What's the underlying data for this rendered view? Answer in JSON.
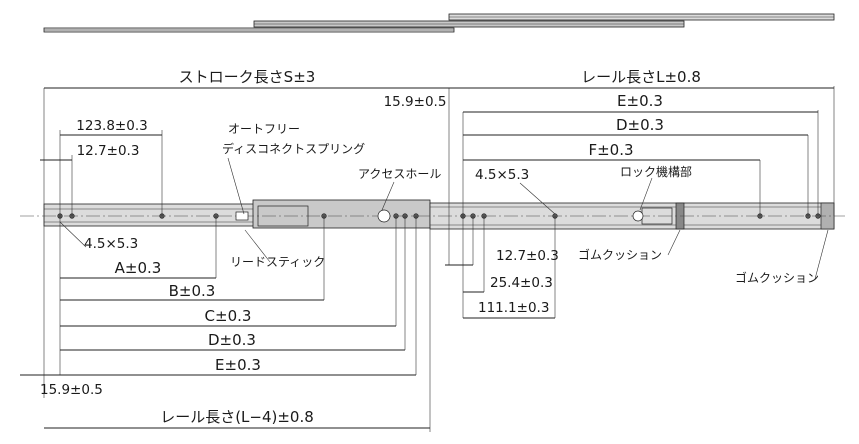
{
  "labels": {
    "stroke_length": "ストローク長さS±3",
    "rail_length": "レール長さL±0.8",
    "rail_length_minus4": "レール長さ(L−4)±0.8",
    "dim_15_9_top": "15.9±0.5",
    "dim_15_9_bottom": "15.9±0.5",
    "dim_123_8": "123.8±0.3",
    "dim_12_7_left": "12.7±0.3",
    "dim_E_right": "E±0.3",
    "dim_D_right": "D±0.3",
    "dim_F_right": "F±0.3",
    "dim_4_5x5_3_right": "4.5×5.3",
    "dim_4_5x5_3_left": "4.5×5.3",
    "dim_A": "A±0.3",
    "dim_B": "B±0.3",
    "dim_C": "C±0.3",
    "dim_D_left": "D±0.3",
    "dim_E_left": "E±0.3",
    "dim_12_7_right": "12.7±0.3",
    "dim_25_4": "25.4±0.3",
    "dim_111_1": "111.1±0.3",
    "auto_free_line1": "オートフリー",
    "auto_free_line2": "ディスコネクトスプリング",
    "access_hole": "アクセスホール",
    "lock_mechanism": "ロック機構部",
    "reed_stick": "リードスティック",
    "rubber_cushion_1": "ゴムクッション",
    "rubber_cushion_2": "ゴムクッション"
  }
}
